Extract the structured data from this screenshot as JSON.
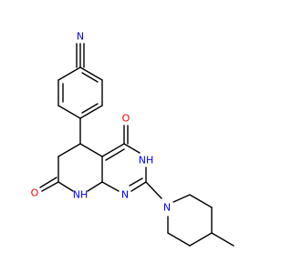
{
  "colors": {
    "background": "#ffffff",
    "bond": "#000000",
    "carbon_label": "#000000",
    "nitrogen_label": "#0000ff",
    "oxygen_label": "#ff0000"
  },
  "atom_labels": {
    "nitrile_n": "N",
    "ketone_o_top": "O",
    "nh_right": "NH",
    "lactam_o": "O",
    "nh_bottom": "NH",
    "ring_n": "N",
    "piperidine_n": "N"
  }
}
